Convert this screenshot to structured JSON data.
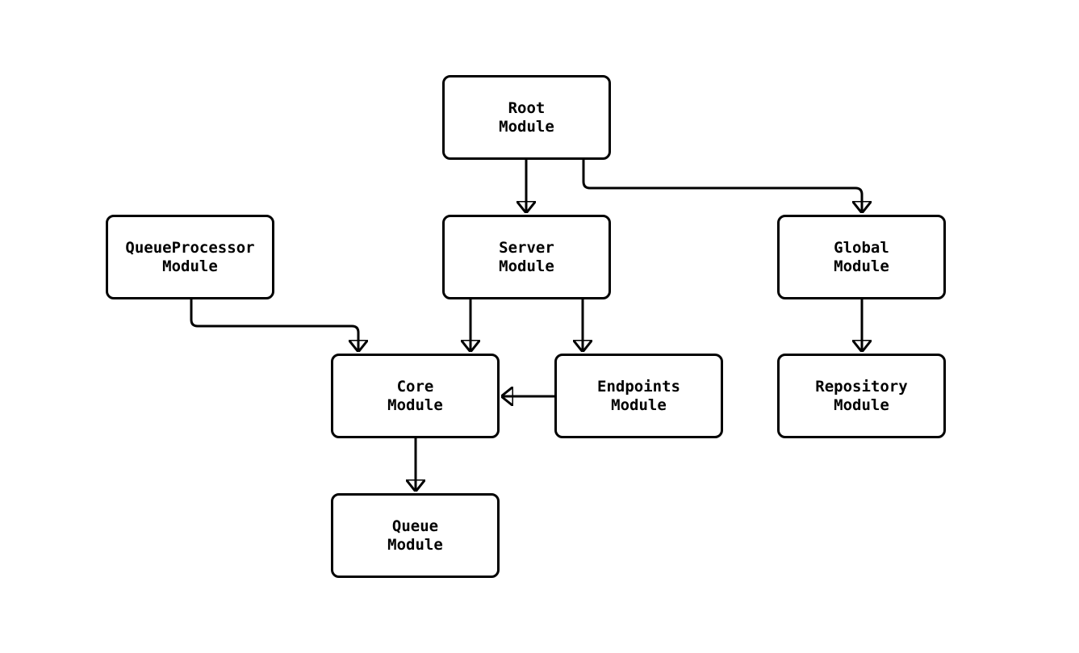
{
  "diagram": {
    "type": "flowchart",
    "background_color": "#ffffff",
    "stroke_color": "#000000",
    "node_fill_color": "#ffffff",
    "text_color": "#000000",
    "nodes": [
      {
        "id": "root",
        "label": "Root\nModule"
      },
      {
        "id": "queueprocessor",
        "label": "QueueProcessor\nModule"
      },
      {
        "id": "server",
        "label": "Server\nModule"
      },
      {
        "id": "global",
        "label": "Global\nModule"
      },
      {
        "id": "core",
        "label": "Core\nModule"
      },
      {
        "id": "endpoints",
        "label": "Endpoints\nModule"
      },
      {
        "id": "repository",
        "label": "Repository\nModule"
      },
      {
        "id": "queue",
        "label": "Queue\nModule"
      }
    ],
    "edges": [
      {
        "from": "Root Module",
        "to": "Server Module"
      },
      {
        "from": "Root Module",
        "to": "Global Module"
      },
      {
        "from": "QueueProcessor Module",
        "to": "Core Module"
      },
      {
        "from": "Server Module",
        "to": "Core Module"
      },
      {
        "from": "Server Module",
        "to": "Endpoints Module"
      },
      {
        "from": "Endpoints Module",
        "to": "Core Module"
      },
      {
        "from": "Global Module",
        "to": "Repository Module"
      },
      {
        "from": "Core Module",
        "to": "Queue Module"
      }
    ]
  }
}
